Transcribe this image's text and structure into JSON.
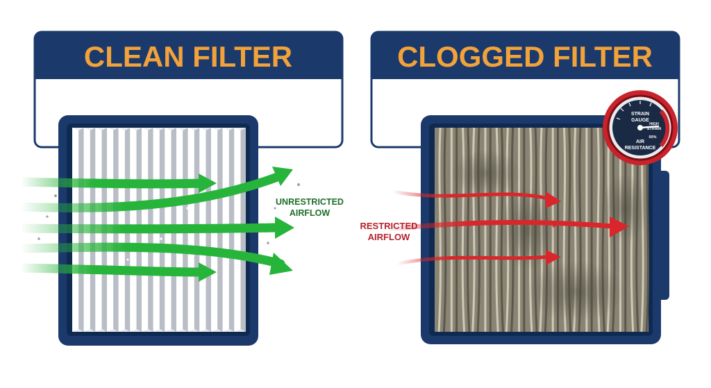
{
  "left_panel": {
    "title": "CLEAN FILTER",
    "flow_label_line1": "UNRESTRICTED",
    "flow_label_line2": "AIRFLOW"
  },
  "right_panel": {
    "title": "CLOGGED FILTER",
    "flow_label_line1": "RESTRICTED",
    "flow_label_line2": "AIRFLOW",
    "gauge": {
      "label_line1": "STRAIN",
      "label_line2": "GAUGE",
      "high_line1": "HIGH",
      "high_line2": "STRAIN",
      "low_text": "00%",
      "bottom_line1": "AIR",
      "bottom_line2": "RESISTANCE"
    }
  },
  "colors": {
    "navy": "#1b3a6b",
    "title_orange": "#f2a23a",
    "clean_arrow": "#27b43a",
    "clean_label": "#1f6e2a",
    "restricted_arrow": "#d9262b",
    "restricted_label": "#b5212a",
    "gauge_red": "#c8232c",
    "dirty_fill": "#8a8474"
  }
}
